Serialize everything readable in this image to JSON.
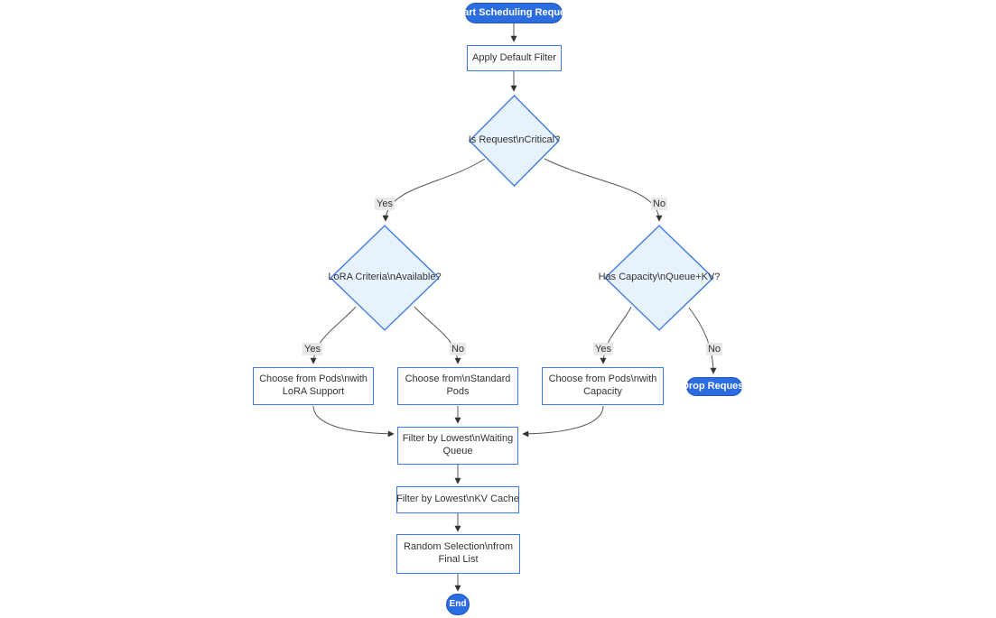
{
  "diagram": {
    "type": "flowchart",
    "direction": "top-down",
    "nodes": {
      "start": {
        "label": "Start Scheduling Request",
        "shape": "stadium"
      },
      "apply_filter": {
        "label": "Apply Default Filter",
        "shape": "rect"
      },
      "is_critical": {
        "label": "Is Request\\nCritical?",
        "shape": "diamond"
      },
      "lora_criteria": {
        "label": "LoRA Criteria\\nAvailable?",
        "shape": "diamond"
      },
      "has_capacity": {
        "label": "Has Capacity\\nQueue+KV?",
        "shape": "diamond"
      },
      "choose_lora": {
        "label": "Choose from Pods\\nwith LoRA Support",
        "shape": "rect"
      },
      "choose_standard": {
        "label": "Choose from\\nStandard Pods",
        "shape": "rect"
      },
      "choose_capacity": {
        "label": "Choose from Pods\\nwith Capacity",
        "shape": "rect"
      },
      "drop_request": {
        "label": "Drop Request",
        "shape": "stadium"
      },
      "filter_waiting": {
        "label": "Filter by Lowest\\nWaiting Queue",
        "shape": "rect"
      },
      "filter_kv": {
        "label": "Filter by Lowest\\nKV Cache",
        "shape": "rect"
      },
      "random_selection": {
        "label": "Random Selection\\nfrom Final List",
        "shape": "rect"
      },
      "end": {
        "label": "End",
        "shape": "stadium"
      }
    },
    "edge_labels": {
      "critical_yes": "Yes",
      "critical_no": "No",
      "lora_yes": "Yes",
      "lora_no": "No",
      "capacity_yes": "Yes",
      "capacity_no": "No"
    },
    "colors": {
      "accent_blue": "#2b6ce0",
      "node_border": "#3d7be4",
      "diamond_fill": "#e8f2fc",
      "node_fill": "#ffffff",
      "text": "#333333",
      "edge_line": "#555555",
      "arrowhead": "#333333",
      "edge_label_bg": "#e8e8e8"
    }
  }
}
